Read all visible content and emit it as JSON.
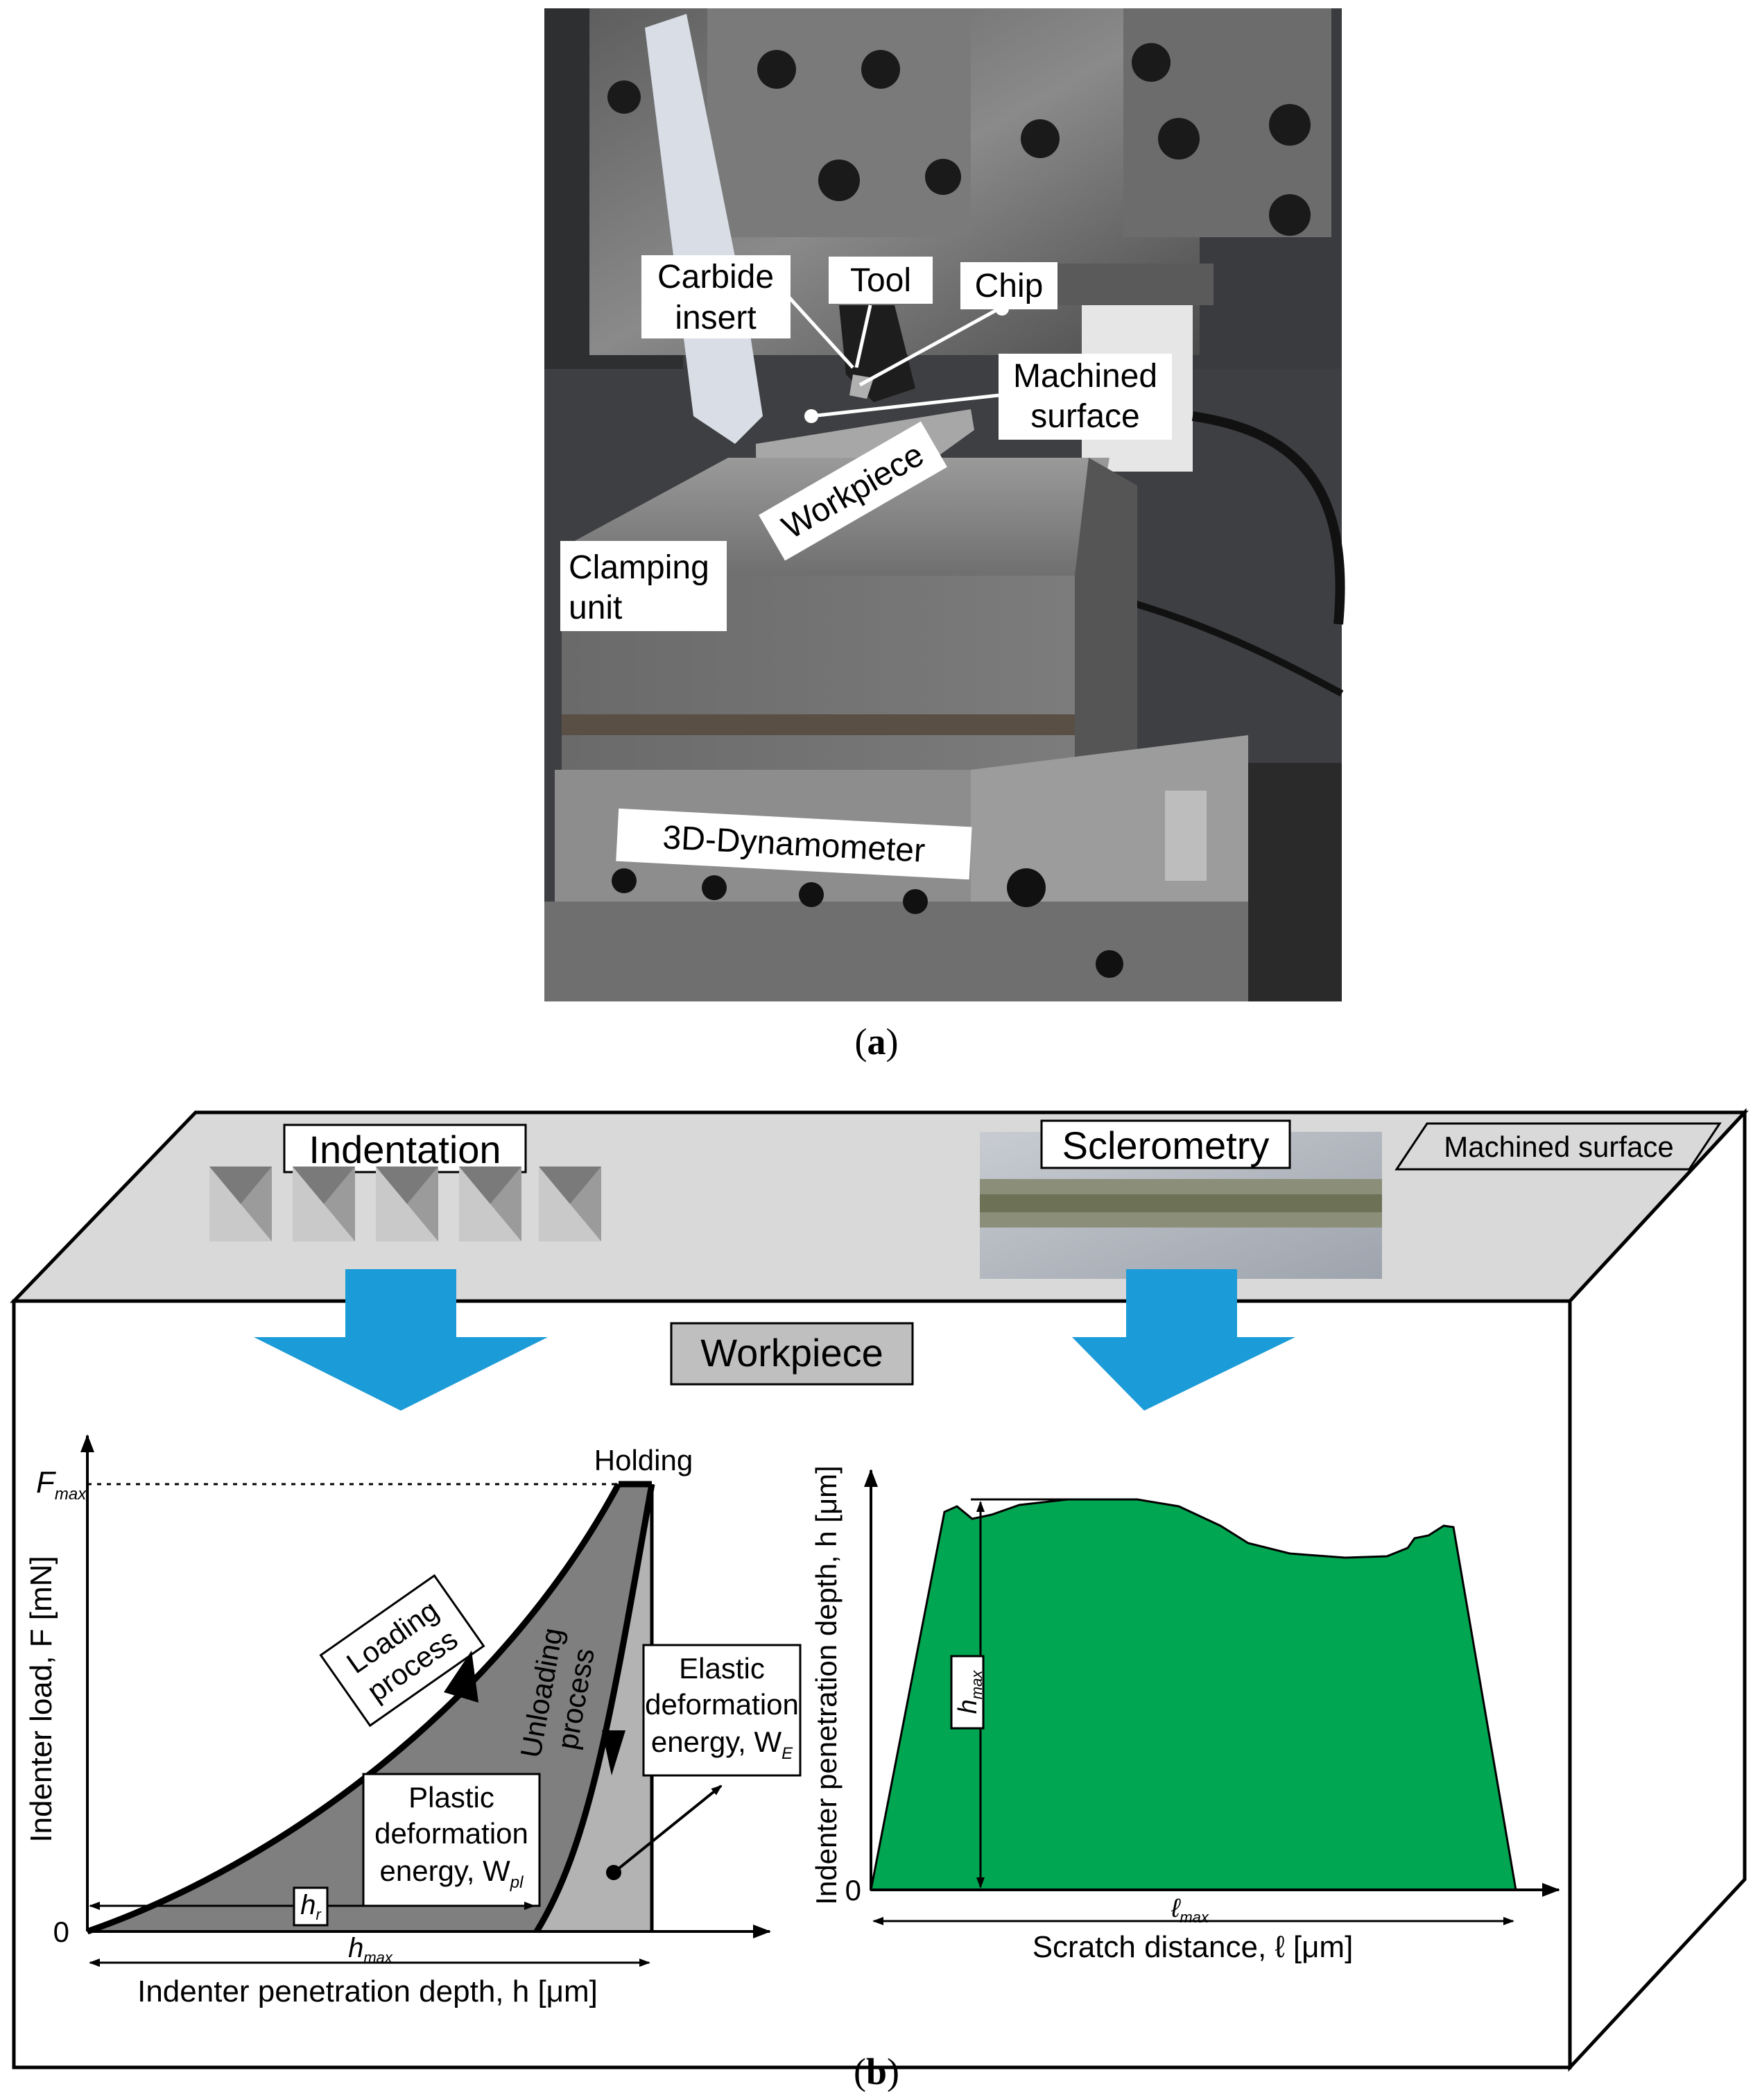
{
  "panel_a": {
    "caption_open": "(",
    "caption_letter": "a",
    "caption_close": ")",
    "labels": {
      "carbide_1": "Carbide",
      "carbide_2": "insert",
      "tool": "Tool",
      "chip": "Chip",
      "machined_1": "Machined",
      "machined_2": "surface",
      "workpiece": "Workpiece",
      "clamping_1": "Clamping",
      "clamping_2": "unit",
      "dynamometer": "3D-Dynamometer"
    }
  },
  "panel_b": {
    "caption_open": "(",
    "caption_letter": "b",
    "caption_close": ")",
    "indentation": "Indentation",
    "sclerometry": "Sclerometry",
    "machined_surface": "Machined surface",
    "workpiece": "Workpiece",
    "indentation_chart": {
      "y_axis": "Indenter load, F [mN]",
      "x_axis": "Indenter penetration depth, h [μm]",
      "fmax": "F",
      "fmax_sub": "max",
      "zero": "0",
      "holding": "Holding",
      "loading_1": "Loading",
      "loading_2": "process",
      "unloading_1": "Unloading",
      "unloading_2": "process",
      "elastic_1": "Elastic",
      "elastic_2": "deformation",
      "elastic_3": "energy, W",
      "elastic_sub": "E",
      "plastic_1": "Plastic",
      "plastic_2": "deformation",
      "plastic_3": "energy, W",
      "plastic_sub": "pl",
      "hr": "h",
      "hr_sub": "r",
      "hmax": "h",
      "hmax_sub": "max"
    },
    "scratch_chart": {
      "y_axis": "Indenter penetration depth, h [μm]",
      "x_axis": "Scratch distance, ℓ [μm]",
      "zero": "0",
      "hmax": "h",
      "hmax_sub": "max",
      "lmax": "ℓ",
      "lmax_sub": "max",
      "fill_color": "#00a651"
    },
    "colors": {
      "arrow_blue": "#1b9bd7",
      "box_gray": "#d9d9d9",
      "dark_area": "#7f7f7f",
      "light_area": "#b3b3b3"
    }
  }
}
